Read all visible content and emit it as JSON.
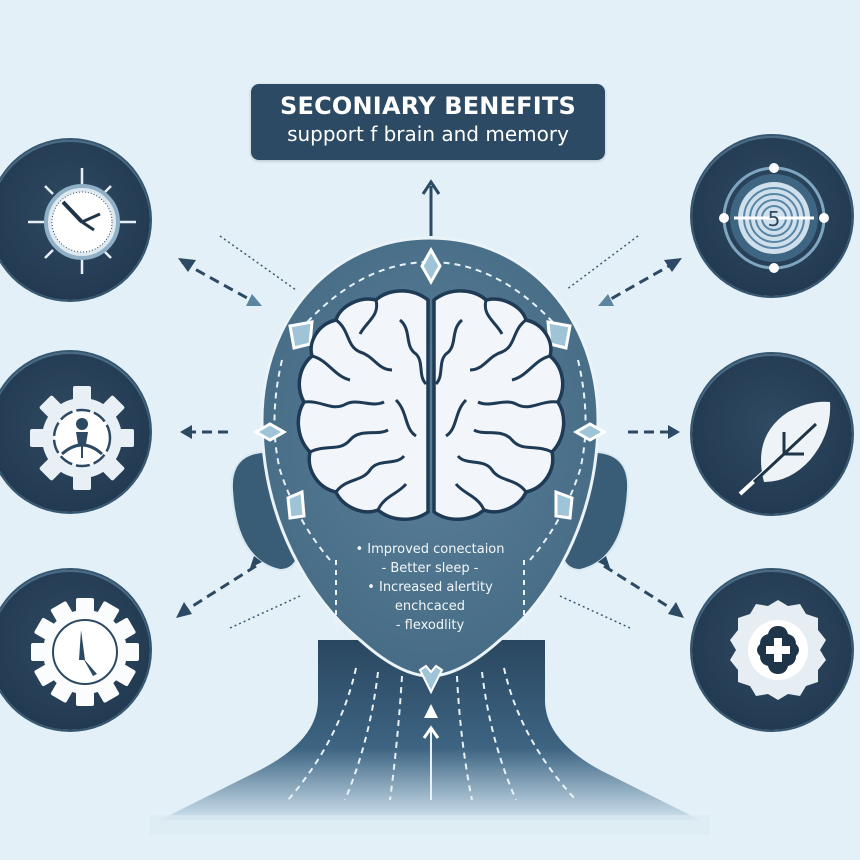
{
  "header": {
    "title": "SECONIARY BENEFITS",
    "subtitle": "support f brain and memory"
  },
  "center": {
    "figure": "head-with-brain",
    "benefits": [
      "• Improved conectaion",
      "- Better sleep -",
      "• Increased alertity",
      "enchcaced",
      "- flexodlity"
    ]
  },
  "icons": {
    "left": [
      {
        "name": "clock-icon",
        "position": "top-left"
      },
      {
        "name": "gear-person-icon",
        "position": "middle-left"
      },
      {
        "name": "gear-clock-icon",
        "position": "bottom-left"
      }
    ],
    "right": [
      {
        "name": "spiral-target-icon",
        "position": "top-right"
      },
      {
        "name": "leaf-icon",
        "position": "middle-right"
      },
      {
        "name": "badge-plus-icon",
        "position": "bottom-right"
      }
    ]
  },
  "colors": {
    "background": "#e3f0f7",
    "dark_navy": "#233b52",
    "head_slate": "#4a6f88",
    "title_box": "#2c4a63",
    "accent_light": "#9fc4d8"
  }
}
